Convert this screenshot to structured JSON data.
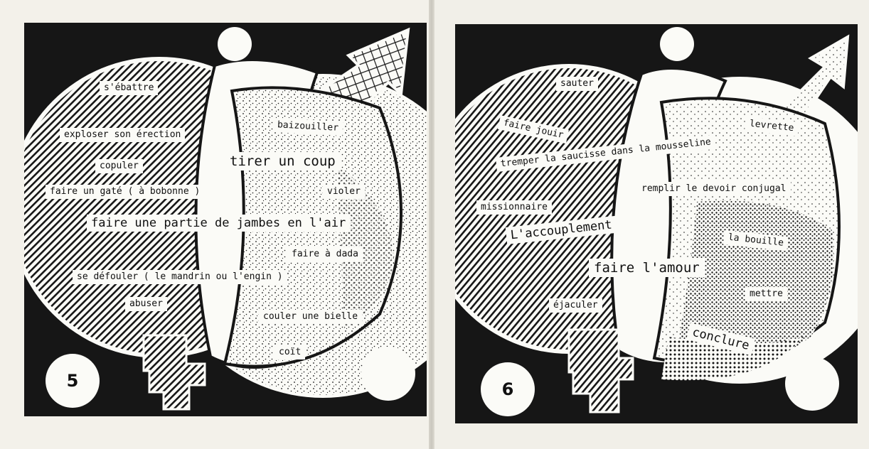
{
  "pages": [
    {
      "number": "5",
      "labels": [
        "s'ébattre",
        "exploser son érection",
        "copuler",
        "faire un gaté ( à bobonne )",
        "faire une partie de jambes en l'air",
        "se défouler ( le mandrin ou l'engin )",
        "abuser",
        "baizouiller",
        "tirer un coup",
        "violer",
        "faire à dada",
        "couler une bielle",
        "coït"
      ]
    },
    {
      "number": "6",
      "labels": [
        "sauter",
        "faire jouir",
        "levrette",
        "tremper la saucisse dans la mousseline",
        "remplir le devoir conjugal",
        "missionnaire",
        "L'accouplement",
        "la bouille",
        "faire l'amour",
        "mettre",
        "éjaculer",
        "conclure"
      ]
    }
  ],
  "colors": {
    "ink": "#161616",
    "paper": "#fbfbf7"
  }
}
